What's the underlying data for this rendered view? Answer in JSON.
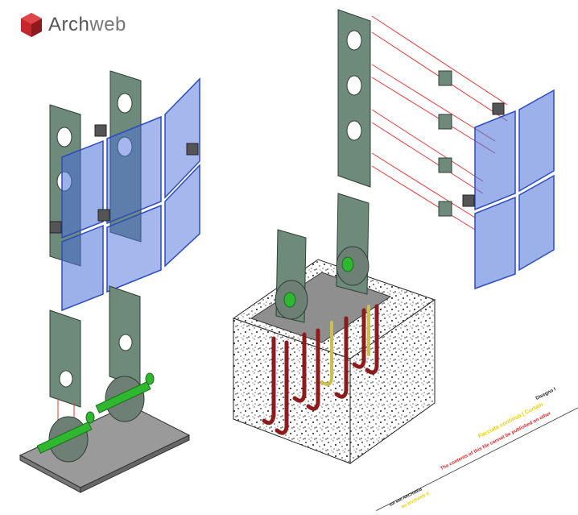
{
  "logo": {
    "brand_a": "Arch",
    "brand_b": "web"
  },
  "colors": {
    "steel": "#5f7a6b",
    "steel_dark": "#3d5448",
    "steel_light": "#8aa393",
    "glass": "#4b6fd9",
    "glass_stroke": "#2b4cc0",
    "cable": "#e03a3a",
    "pipe_green": "#2fb82f",
    "rebar": "#8c1c1c",
    "rebar_yellow": "#c9c24a",
    "plate": "#9a9a9a",
    "logo_red": "#c0282c"
  },
  "title_block": {
    "line1": "Facciata continua | Curtain",
    "line2": "The contents of this file cannot be published on other",
    "line3": "Disegno I",
    "line4": "sul sito ARCHWEB",
    "line5": "su archweb.it"
  }
}
